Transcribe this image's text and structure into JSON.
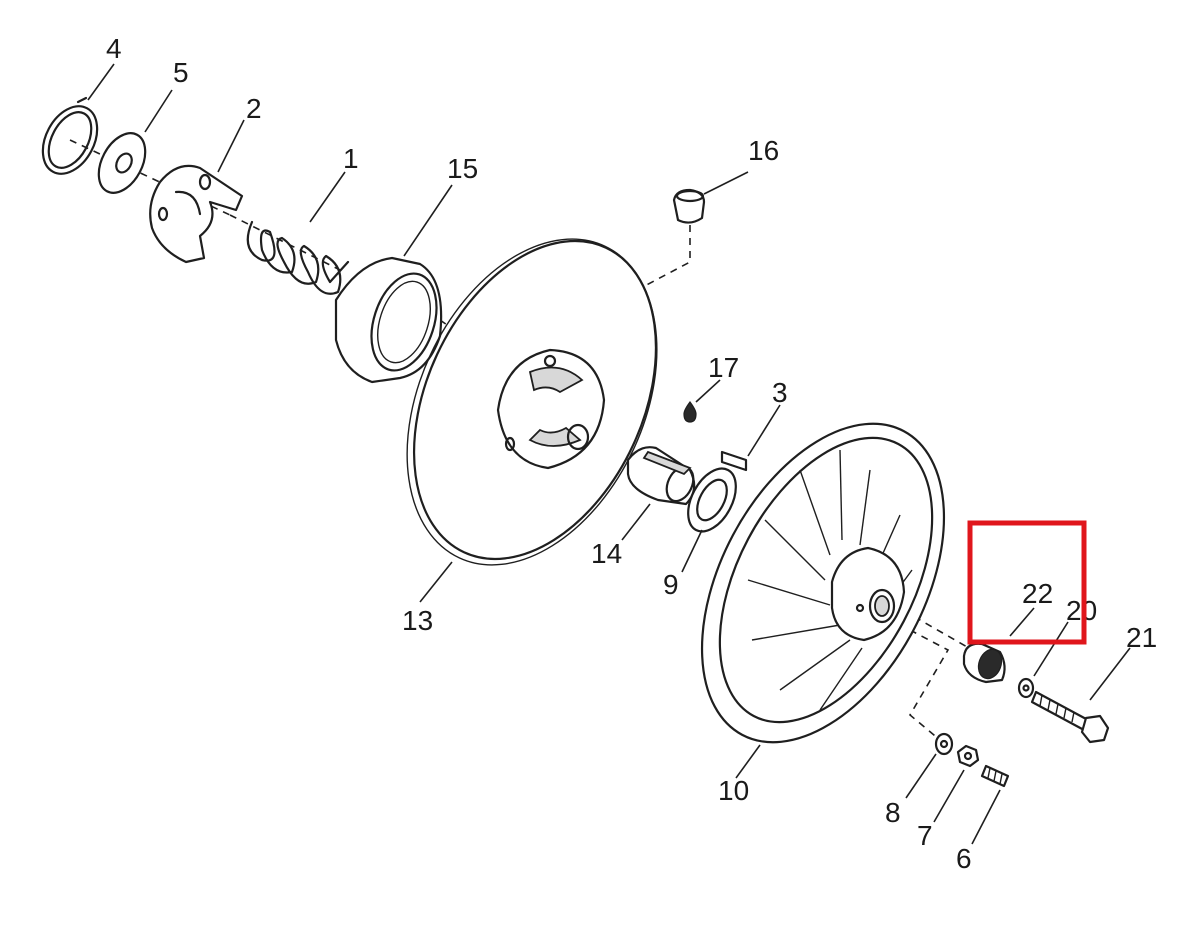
{
  "diagram": {
    "callouts": [
      {
        "id": "4",
        "label": "4"
      },
      {
        "id": "5",
        "label": "5"
      },
      {
        "id": "2",
        "label": "2"
      },
      {
        "id": "1",
        "label": "1"
      },
      {
        "id": "15",
        "label": "15"
      },
      {
        "id": "16",
        "label": "16"
      },
      {
        "id": "17",
        "label": "17"
      },
      {
        "id": "3",
        "label": "3"
      },
      {
        "id": "14",
        "label": "14"
      },
      {
        "id": "9",
        "label": "9"
      },
      {
        "id": "13",
        "label": "13"
      },
      {
        "id": "22",
        "label": "22"
      },
      {
        "id": "20",
        "label": "20"
      },
      {
        "id": "21",
        "label": "21"
      },
      {
        "id": "10",
        "label": "10"
      },
      {
        "id": "8",
        "label": "8"
      },
      {
        "id": "7",
        "label": "7"
      },
      {
        "id": "6",
        "label": "6"
      }
    ],
    "highlight": {
      "target": "22",
      "color": "#e0161c"
    }
  }
}
